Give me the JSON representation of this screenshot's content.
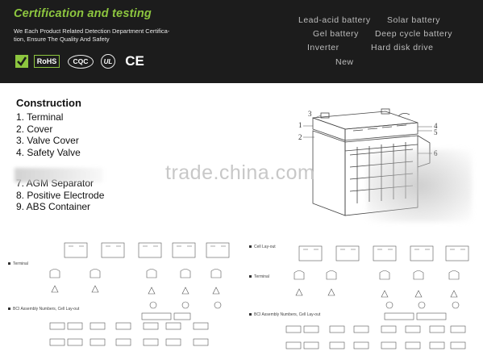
{
  "header": {
    "title": "Certification and testing",
    "subtitle_line1": "We Each Product Related Detection Department Certifica-",
    "subtitle_line2": "tion, Ensure The Quality And Safety",
    "badges": {
      "rohs": "RoHS",
      "cqc": "CQC",
      "ul": "UL",
      "ce": "CE"
    },
    "colors": {
      "background": "#1c1c1c",
      "accent": "#8dc63f",
      "nav_text": "#bdbdbd"
    },
    "nav": [
      "Lead-acid battery",
      "Solar battery",
      "Gel battery",
      "Deep cycle battery",
      "Inverter",
      "Hard disk drive",
      "New"
    ]
  },
  "construction": {
    "title": "Construction",
    "items_top": [
      "1. Terminal",
      "2. Cover",
      "3. Valve Cover",
      "4. Safety Valve"
    ],
    "items_bottom": [
      "7. AGM Separator",
      "8. Positive Electrode",
      "9. ABS Container"
    ]
  },
  "diagram": {
    "callouts": [
      "1",
      "2",
      "3",
      "4",
      "5",
      "6"
    ]
  },
  "watermark": "trade.china.com",
  "bottom": {
    "left": {
      "label_terminal": "Terminal",
      "label_bci": "BCI Assembly Numbers, Cell Lay-out"
    },
    "right": {
      "label_cell": "Cell Lay-out",
      "label_terminal": "Terminal",
      "label_bci": "BCI Assembly Numbers, Cell Lay-out"
    }
  }
}
